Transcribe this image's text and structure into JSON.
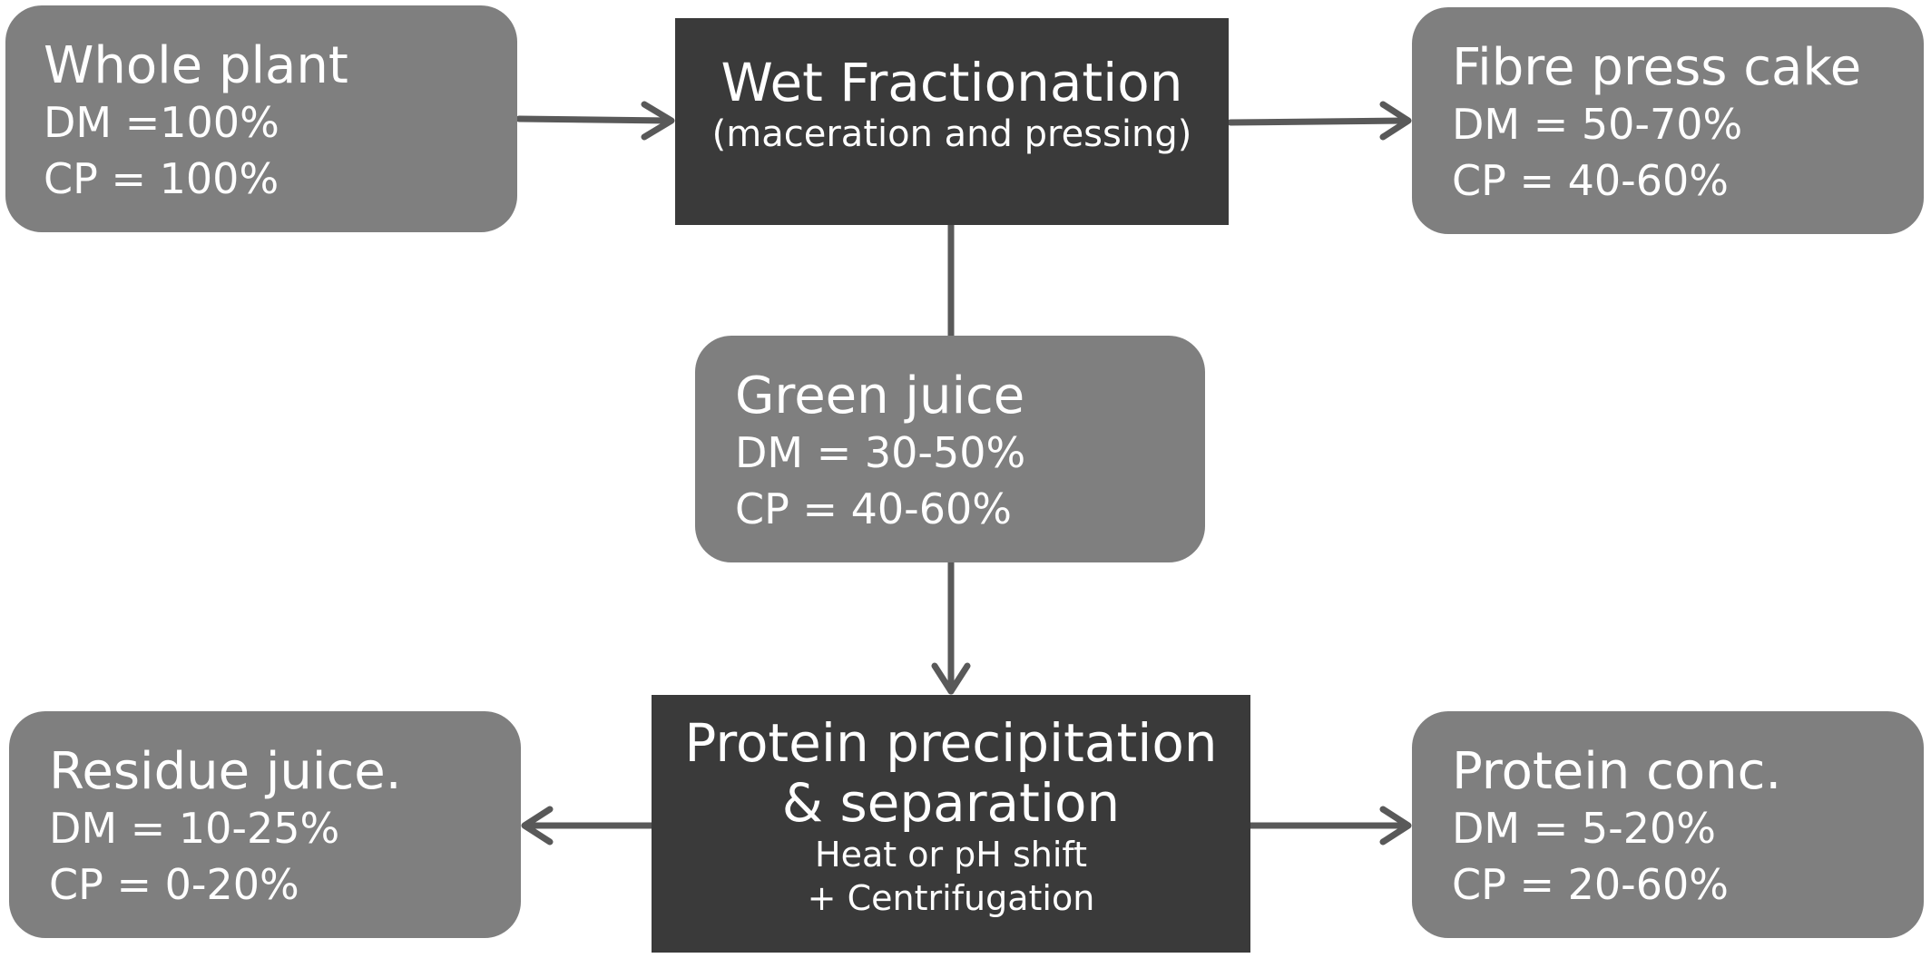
{
  "nodes": {
    "whole_plant": {
      "title": "Whole plant",
      "lines": [
        "DM =100%",
        "CP = 100%"
      ]
    },
    "wet_fractionation": {
      "title": "Wet Fractionation",
      "subtitle": "(maceration and pressing)"
    },
    "fibre_press_cake": {
      "title": "Fibre press cake",
      "lines": [
        "DM = 50-70%",
        "CP = 40-60%"
      ]
    },
    "green_juice": {
      "title": "Green juice",
      "lines": [
        "DM = 30-50%",
        "CP = 40-60%"
      ]
    },
    "protein_precipitation": {
      "title_lines": [
        "Protein precipitation",
        "& separation"
      ],
      "sub_lines": [
        "Heat or pH shift",
        "+ Centrifugation"
      ]
    },
    "residue_juice": {
      "title": "Residue juice.",
      "lines": [
        "DM = 10-25%",
        "CP = 0-20%"
      ]
    },
    "protein_conc": {
      "title": "Protein conc.",
      "lines": [
        "DM = 5-20%",
        "CP = 20-60%"
      ]
    }
  },
  "colors": {
    "light_box": "#7f7f7f",
    "dark_box": "#3a3a3a",
    "arrow": "#595959",
    "text": "#ffffff"
  }
}
